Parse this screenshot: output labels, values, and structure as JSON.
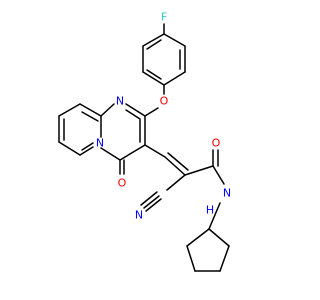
{
  "molecule": {
    "colors": {
      "bond": "#000000",
      "nitrogen": "#0000ff",
      "oxygen": "#ff0000",
      "fluorine": "#33cccc"
    },
    "atom_labels": {
      "fluorine": "F",
      "ether_oxygen": "O",
      "ring_nitrogen_top": "N",
      "ring_nitrogen_bridge": "N",
      "carbonyl_oxygen_ring": "O",
      "nitrile_nitrogen": "N",
      "amide_oxygen": "O",
      "amide_nitrogen": "N",
      "amide_hydrogen": "H"
    }
  }
}
